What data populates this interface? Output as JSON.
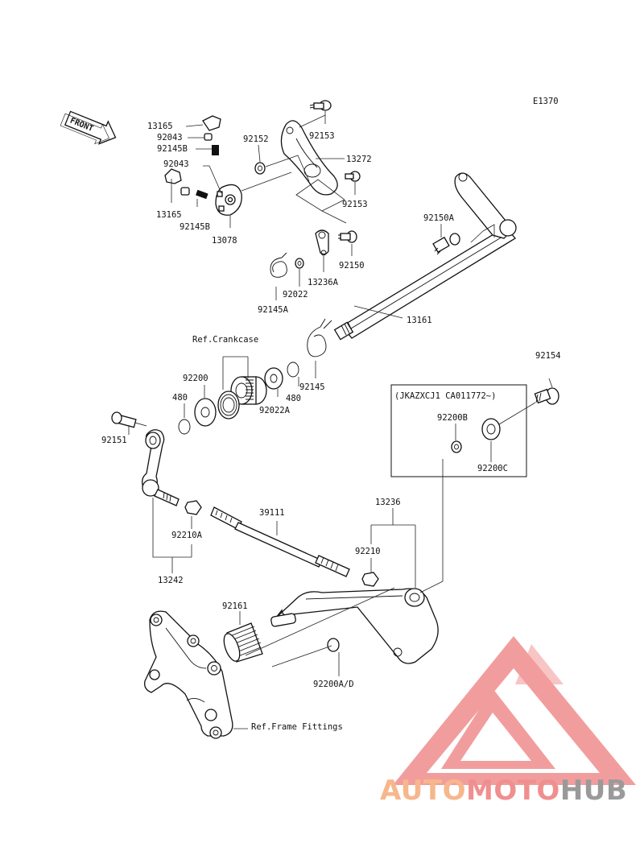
{
  "diagram_code": "E1370",
  "front_arrow": "FRONT",
  "labels": {
    "l13165a": "13165",
    "l92043a": "92043",
    "l92145b_a": "92145B",
    "l92152": "92152",
    "l92043b": "92043",
    "l13165b": "13165",
    "l92145b_b": "92145B",
    "l13078": "13078",
    "l92153a": "92153",
    "l13272": "13272",
    "l92153b": "92153",
    "l92150a": "92150A",
    "l92150": "92150",
    "l13236a": "13236A",
    "l92022": "92022",
    "l92145a": "92145A",
    "l13161": "13161",
    "lrefcrank": "Ref.Crankcase",
    "l92200": "92200",
    "l480a": "480",
    "l480b": "480",
    "l92022a": "92022A",
    "l92145": "92145",
    "l92154": "92154",
    "lvin": "(JKAZXCJ1 CA011772~)",
    "l92200b": "92200B",
    "l92200c": "92200C",
    "l92151": "92151",
    "l39111": "39111",
    "l13236": "13236",
    "l92210a": "92210A",
    "l92210": "92210",
    "l13242": "13242",
    "l92161": "92161",
    "l92200ad": "92200A/D",
    "lrefframe": "Ref.Frame Fittings"
  },
  "watermark": {
    "part1": "AUTO",
    "part2": "MOTO",
    "part3": "HUB",
    "color1": "#f6b78d",
    "color2": "#f08f8f",
    "color3": "#9a9a9a",
    "logo_color": "#f08c8c"
  }
}
